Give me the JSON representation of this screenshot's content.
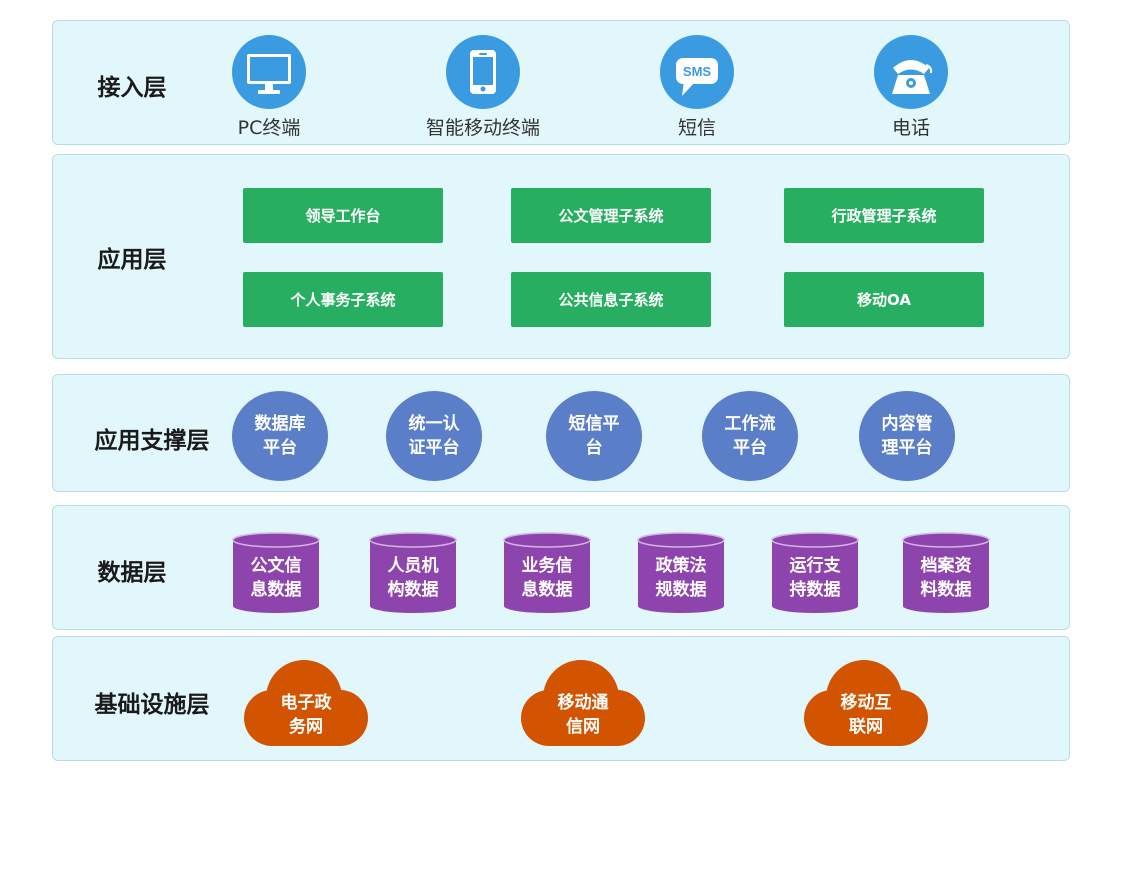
{
  "layers": {
    "access": {
      "label": "接入层",
      "items": [
        {
          "label": "PC终端",
          "icon": "monitor-icon"
        },
        {
          "label": "智能移动终端",
          "icon": "smartphone-icon"
        },
        {
          "label": "短信",
          "icon": "sms-bubble-icon"
        },
        {
          "label": "电话",
          "icon": "telephone-icon"
        }
      ],
      "sms_icon_text": "SMS"
    },
    "application": {
      "label": "应用层",
      "items": [
        "领导工作台",
        "公文管理子系统",
        "行政管理子系统",
        "个人事务子系统",
        "公共信息子系统",
        "移动OA"
      ]
    },
    "support": {
      "label": "应用支撑层",
      "items": [
        "数据库平台",
        "统一认证平台",
        "短信平台",
        "工作流平台",
        "内容管理平台"
      ]
    },
    "data": {
      "label": "数据层",
      "items": [
        "公文信息数据",
        "人员机构数据",
        "业务信息数据",
        "政策法规数据",
        "运行支持数据",
        "档案资料数据"
      ]
    },
    "infrastructure": {
      "label": "基础设施层",
      "items": [
        "电子政务网",
        "移动通信网",
        "移动互联网"
      ]
    }
  },
  "colors": {
    "layer_background": "#e1f7fc",
    "layer_border": "#b9dde6",
    "access_icon": "#3a9be0",
    "application_box": "#27ae60",
    "support_circle": "#5a7ec8",
    "data_cylinder": "#8e44ad",
    "cloud": "#d35400"
  }
}
